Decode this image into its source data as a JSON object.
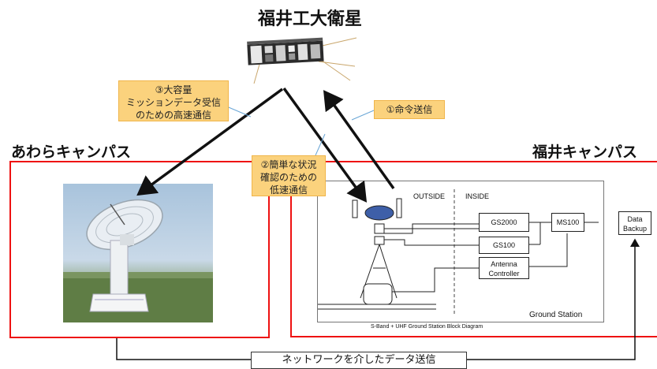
{
  "satellite": {
    "title": "福井工大衛星"
  },
  "campuses": {
    "left": "あわらキャンパス",
    "right": "福井キャンパス"
  },
  "callouts": {
    "high_speed": "③大容量\nミッションデータ受信\nのための高速通信",
    "command": "①命令送信",
    "low_speed": "②簡単な状況\n確認のための\n低速通信"
  },
  "ground_station": {
    "outside": "OUTSIDE",
    "inside": "INSIDE",
    "blocks": {
      "gs2000": "GS2000",
      "ms100": "MS100",
      "gs100": "GS100",
      "antenna_controller_line1": "Antenna",
      "antenna_controller_line2": "Controller",
      "data_backup_line1": "Data",
      "data_backup_line2": "Backup"
    },
    "caption": "S-Band + UHF Ground Station Block Diagram",
    "label": "Ground Station"
  },
  "network": {
    "label": "ネットワークを介したデータ送信"
  },
  "colors": {
    "frame": "#e11111",
    "callout_fill": "#fbd27d",
    "leader_line": "#6aa6d6"
  }
}
